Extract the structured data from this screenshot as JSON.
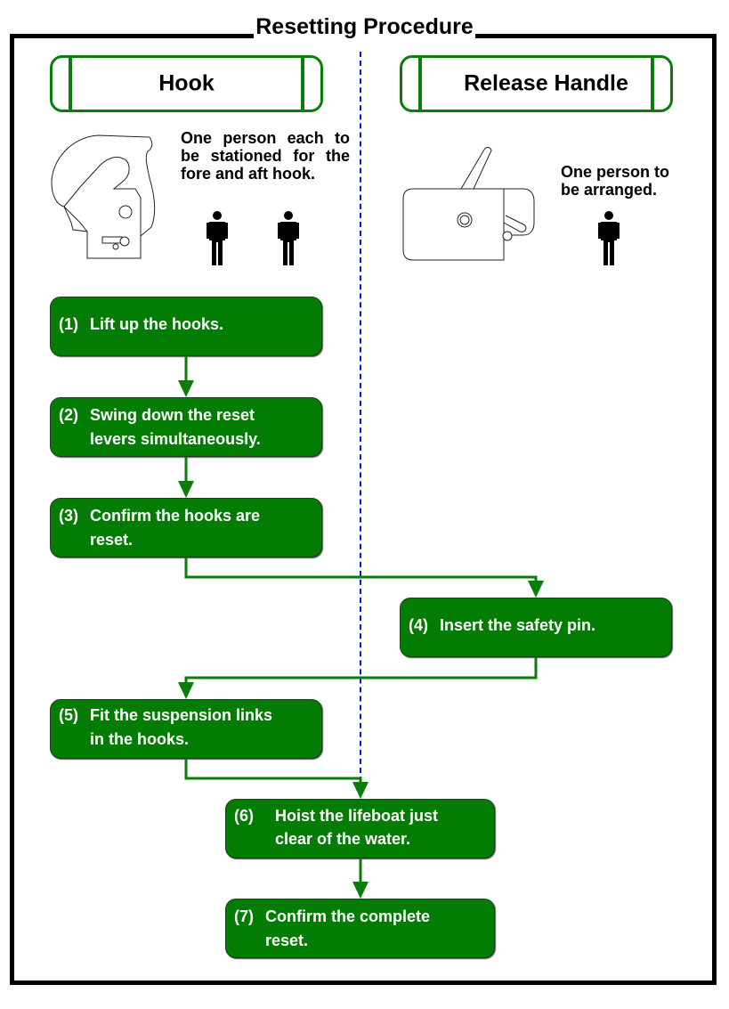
{
  "title": "Resetting Procedure",
  "colors": {
    "step_fill": "#027c02",
    "step_text": "#ffffff",
    "arrow": "#0a7d0a",
    "divider": "#0018e0",
    "frame": "#000000"
  },
  "columns": {
    "left": {
      "header": "Hook",
      "description": "One person each to be stationed for the fore and aft hook.",
      "person_count": 2,
      "illustration": "hook-mechanism-icon"
    },
    "right": {
      "header": "Release Handle",
      "description_line1": "One person to",
      "description_line2": "be arranged.",
      "person_count": 1,
      "illustration": "release-handle-icon"
    }
  },
  "steps": [
    {
      "num": "(1)",
      "line1": "Lift up the hooks.",
      "line2": "",
      "column": "left"
    },
    {
      "num": "(2)",
      "line1": "Swing down the reset",
      "line2": "levers simultaneously.",
      "column": "left"
    },
    {
      "num": "(3)",
      "line1": "Confirm the hooks are",
      "line2": "reset.",
      "column": "left"
    },
    {
      "num": "(4)",
      "line1": "Insert the safety pin.",
      "line2": "",
      "column": "right"
    },
    {
      "num": "(5)",
      "line1": "Fit the suspension links",
      "line2": "in the hooks.",
      "column": "left"
    },
    {
      "num": "(6)",
      "line1": "Hoist the lifeboat just",
      "line2": "clear of the water.",
      "column": "center"
    },
    {
      "num": "(7)",
      "line1": "Confirm the complete",
      "line2": "reset.",
      "column": "center"
    }
  ]
}
